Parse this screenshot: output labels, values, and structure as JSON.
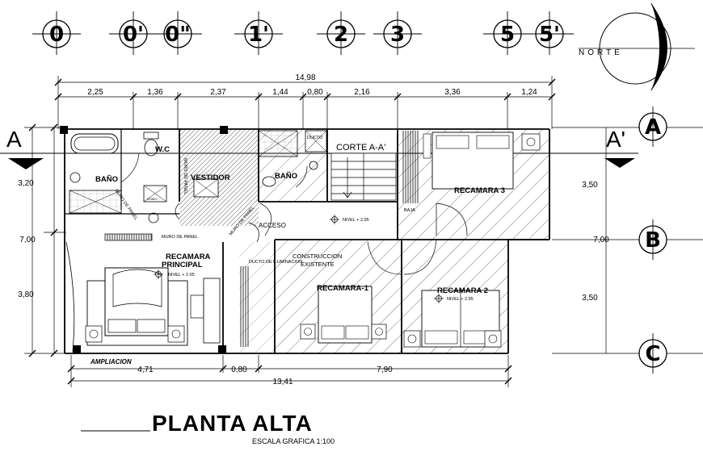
{
  "drawing": {
    "title": "PLANTA ALTA",
    "scale": "ESCALA GRAFICA 1:100",
    "north": "NORTE"
  },
  "grid_top": [
    "0",
    "0'",
    "0\"",
    "1'",
    "2",
    "3",
    "5",
    "5'"
  ],
  "grid_right": [
    "A",
    "B",
    "C"
  ],
  "section": {
    "left": "A",
    "right": "A'",
    "label": "CORTE A-A'"
  },
  "dims": {
    "top_total": "14,98",
    "top_parts": [
      "2,25",
      "1,36",
      "2,37",
      "1,44",
      "0,80",
      "2,16",
      "3,36",
      "1,24"
    ],
    "left_total": "7,00",
    "left_parts": [
      "3,20",
      "3,80"
    ],
    "right_parts": [
      "3,50",
      "3,50"
    ],
    "right_total": "7,00",
    "bottom_total": "13,41",
    "bottom_parts": [
      "4,71",
      "0,80",
      "7,90"
    ]
  },
  "rooms": {
    "bano1": "BAÑO",
    "wc": "W.C",
    "vestidor": "VESTIDOR",
    "bano2": "BAÑO",
    "recamara3": "RECAMARA 3",
    "recamara_principal_1": "RECAMARA",
    "recamara_principal_2": "PRINCIPAL",
    "construccion_1": "CONSTRUCCION",
    "construccion_2": "EXISTENTE",
    "recamara1": "RECAMARA-1",
    "recamara2": "RECAMARA 2",
    "acceso": "ACCESO",
    "ampliacion": "AMPLIACION"
  },
  "notes": {
    "nivel_a": "NIVEL + 2.95",
    "nivel_b": "NIVEL + 2.95",
    "nivel_c": "NIVEL + 2.95",
    "muro_panel": "MURO DE PANEL",
    "muro_panel_2": "MURO DE PANEL",
    "muro_panel_3": "MURO DE PANEL",
    "muro_panel_4": "MURO DE PANEL",
    "ducto": "DUCTO",
    "ducto_ilum": "DUCTO DE ILUMINACION",
    "baja": "BAJA",
    "domo": "DOMO"
  }
}
